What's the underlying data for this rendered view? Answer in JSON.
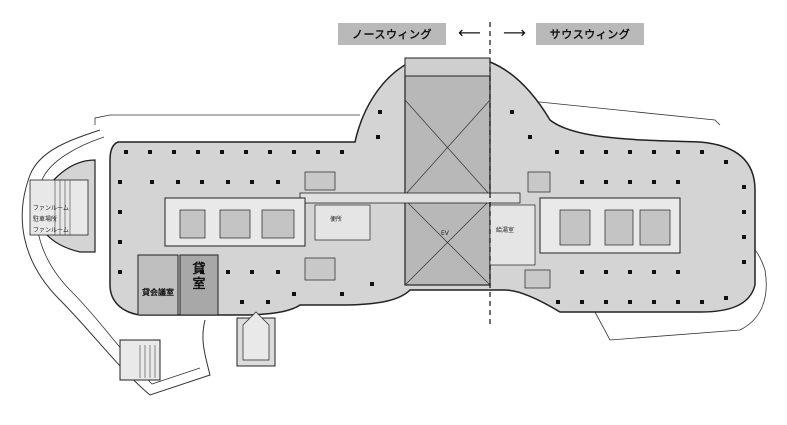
{
  "wings": {
    "north": "ノースウィング",
    "south": "サウスウィング"
  },
  "arrows": {
    "left": "⟵",
    "right": "⟶"
  },
  "rooms": {
    "phone_room_1": "ファンルーム",
    "bike_parking": "駐車場所",
    "phone_room_2": "ファンルーム",
    "office_rental": "貸会議室",
    "rental_room": "貸室",
    "elevator_hall": "EV",
    "restroom": "便所",
    "service": "給湯室"
  }
}
